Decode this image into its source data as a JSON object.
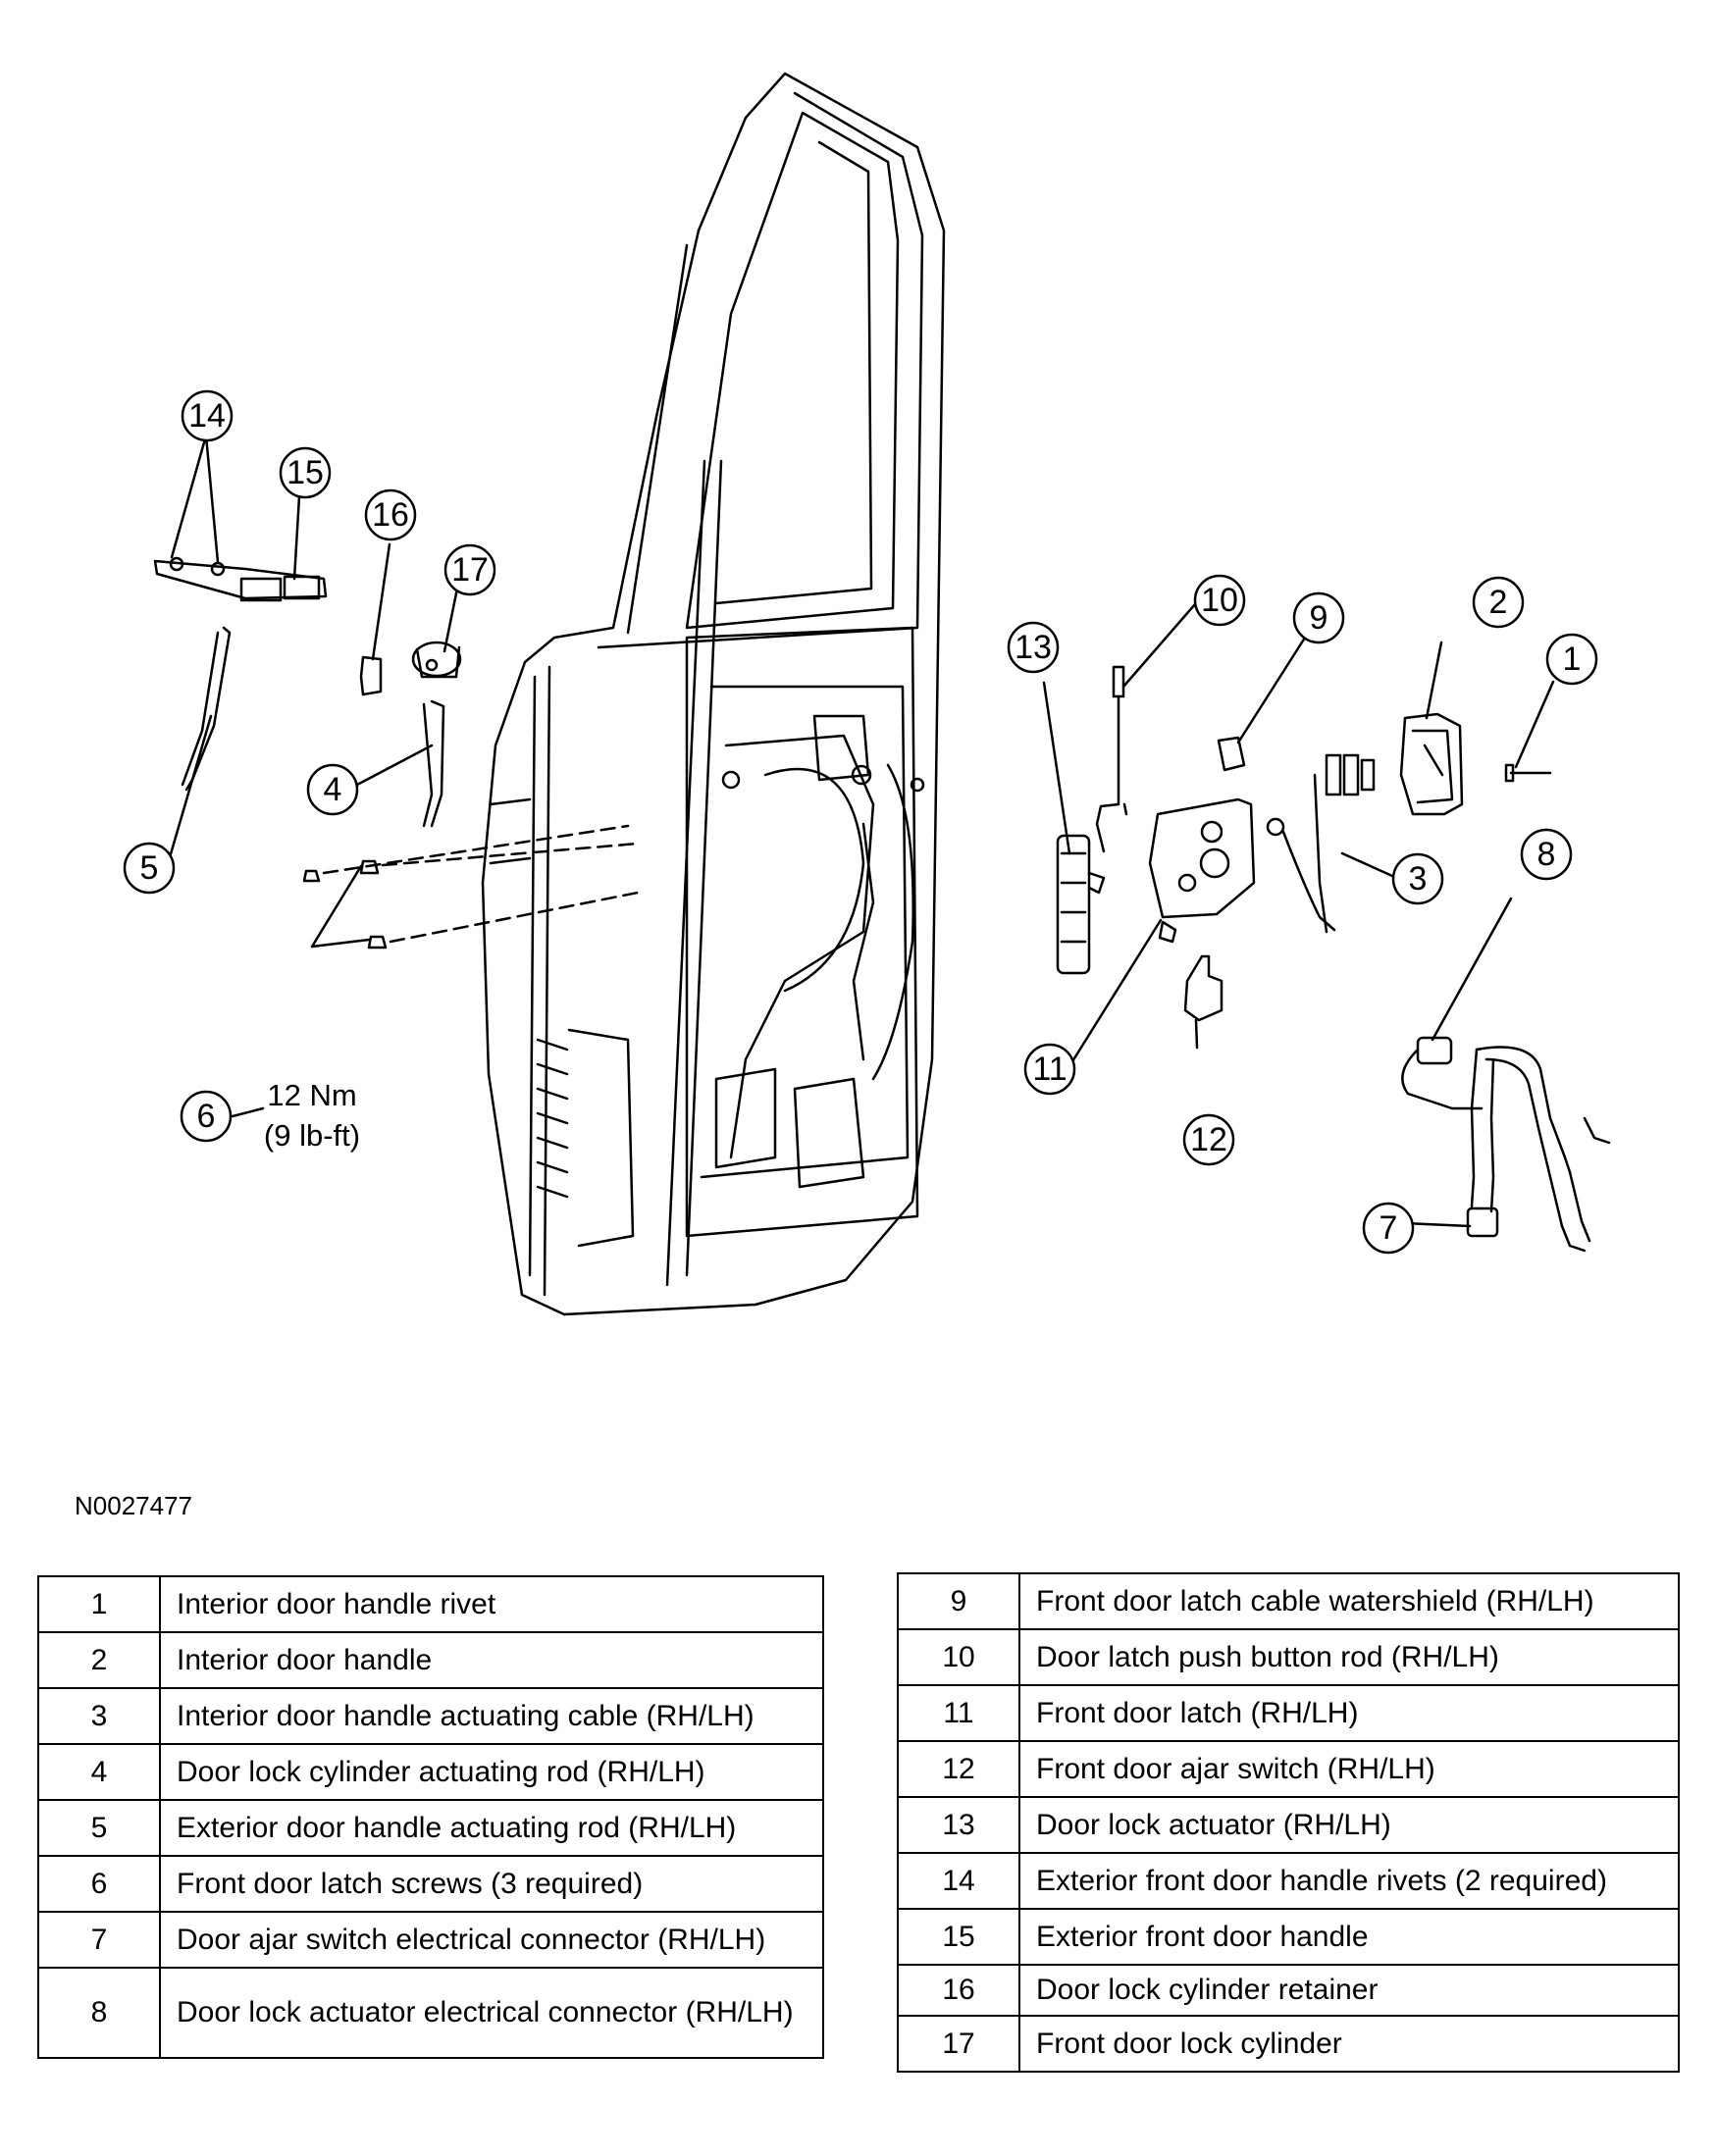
{
  "figure_id": "N0027477",
  "callouts": [
    "1",
    "2",
    "3",
    "4",
    "5",
    "6",
    "7",
    "8",
    "9",
    "10",
    "11",
    "12",
    "13",
    "14",
    "15",
    "16",
    "17"
  ],
  "torque_spec": {
    "line1": "12 Nm",
    "line2": "(9 lb-ft)"
  },
  "legend_left": [
    {
      "num": "1",
      "desc": "Interior door handle rivet"
    },
    {
      "num": "2",
      "desc": "Interior door handle"
    },
    {
      "num": "3",
      "desc": "Interior door handle actuating cable (RH/LH)"
    },
    {
      "num": "4",
      "desc": "Door lock cylinder actuating rod (RH/LH)"
    },
    {
      "num": "5",
      "desc": "Exterior door handle actuating rod (RH/LH)"
    },
    {
      "num": "6",
      "desc": "Front door latch screws (3 required)"
    },
    {
      "num": "7",
      "desc": "Door ajar switch electrical connector (RH/LH)"
    },
    {
      "num": "8",
      "desc": "Door lock actuator electrical connector (RH/LH)"
    }
  ],
  "legend_right": [
    {
      "num": "9",
      "desc": "Front door latch cable watershield (RH/LH)"
    },
    {
      "num": "10",
      "desc": "Door latch push button rod (RH/LH)"
    },
    {
      "num": "11",
      "desc": "Front door latch (RH/LH)"
    },
    {
      "num": "12",
      "desc": "Front door ajar switch (RH/LH)"
    },
    {
      "num": "13",
      "desc": "Door lock actuator (RH/LH)"
    },
    {
      "num": "14",
      "desc": "Exterior front door handle rivets (2 required)"
    },
    {
      "num": "15",
      "desc": "Exterior front door handle"
    },
    {
      "num": "16",
      "desc": "Door lock cylinder retainer"
    },
    {
      "num": "17",
      "desc": "Front door lock cylinder"
    }
  ]
}
